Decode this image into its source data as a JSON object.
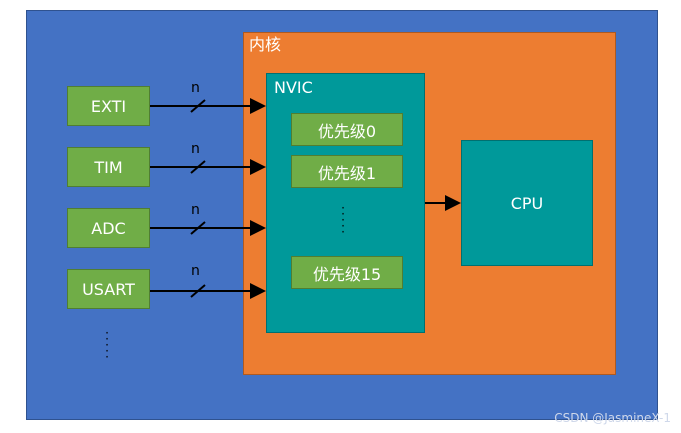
{
  "core": {
    "label": "内核"
  },
  "nvic": {
    "label": "NVIC",
    "priorities": [
      "优先级0",
      "优先级1",
      "优先级15"
    ],
    "ellipsis": "⋮"
  },
  "cpu": {
    "label": "CPU"
  },
  "sources": [
    {
      "label": "EXTI",
      "bus": "n"
    },
    {
      "label": "TIM",
      "bus": "n"
    },
    {
      "label": "ADC",
      "bus": "n"
    },
    {
      "label": "USART",
      "bus": "n"
    }
  ],
  "sources_ellipsis": "⋮",
  "watermark": "CSDN @JasmineX-1",
  "colors": {
    "background": "#4472c4",
    "core": "#ed7d31",
    "nvic": "#00999a",
    "green": "#70ad47"
  }
}
